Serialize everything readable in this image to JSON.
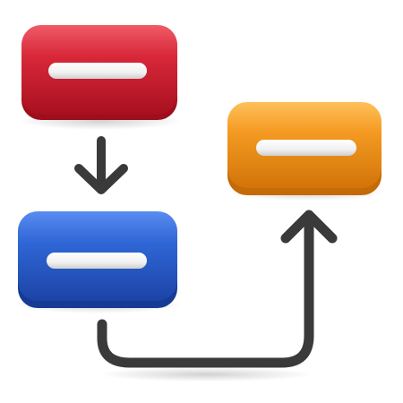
{
  "diagram": {
    "nodes": [
      {
        "id": "red-block",
        "color": "#d8283a",
        "shade": "#a8101f",
        "highlight": "#f05a66"
      },
      {
        "id": "blue-block",
        "color": "#2f66d6",
        "shade": "#1c44a6",
        "highlight": "#5a8cf0"
      },
      {
        "id": "orange-block",
        "color": "#f49a22",
        "shade": "#d27408",
        "highlight": "#ffc05a"
      }
    ],
    "connectors": [
      {
        "from": "red-block",
        "to": "blue-block",
        "style": "straight-arrow",
        "color": "#3a3a3a"
      },
      {
        "from": "blue-block",
        "to": "orange-block",
        "style": "curved-arrow",
        "color": "#3a3a3a"
      }
    ],
    "bar_color": "#f4f4f4"
  }
}
